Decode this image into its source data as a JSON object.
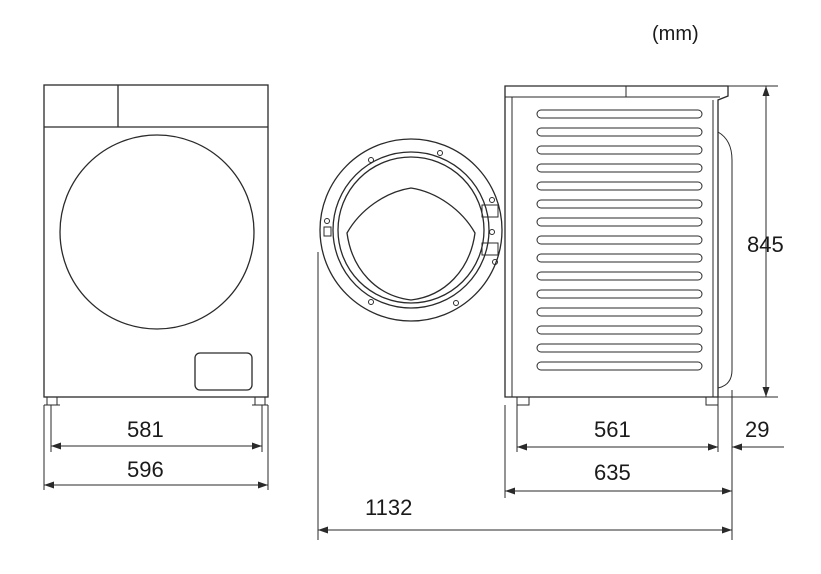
{
  "unit_label": "(mm)",
  "dimensions": {
    "front_width_inner": "581",
    "front_width_outer": "596",
    "depth_body": "561",
    "depth_total": "635",
    "foot_offset": "29",
    "height": "845",
    "depth_door_open": "1132"
  }
}
